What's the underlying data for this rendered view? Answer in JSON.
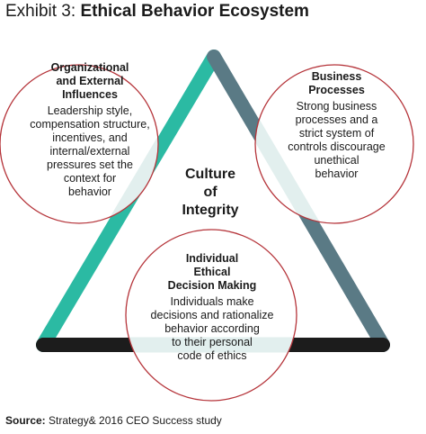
{
  "header": {
    "lead": "Exhibit 3:",
    "title": "Ethical Behavior Ecosystem"
  },
  "center": {
    "label": "Culture\nof\nIntegrity"
  },
  "circles": {
    "organizational": {
      "heading": "Organizational\nand External\nInfluences",
      "body": "Leadership style,\ncompensation structure,\nincentives, and\ninternal/external\npressures set the\ncontext for\nbehavior"
    },
    "business": {
      "heading": "Business\nProcesses",
      "body": "Strong business\nprocesses and a\nstrict system of\ncontrols discourage\nunethical\nbehavior"
    },
    "individual": {
      "heading": "Individual\nEthical\nDecision Making",
      "body": "Individuals make\ndecisions and rationalize\nbehavior according\nto their personal\ncode of ethics"
    }
  },
  "footer": {
    "source_label": "Source:",
    "source_text": "Strategy& 2016 CEO Success study"
  },
  "colors": {
    "teal": "#2bbaa3",
    "slate": "#5a7a85",
    "black": "#1c1c1c",
    "circle_outline": "#b5343a",
    "overlap_fill": "#e2efee"
  }
}
